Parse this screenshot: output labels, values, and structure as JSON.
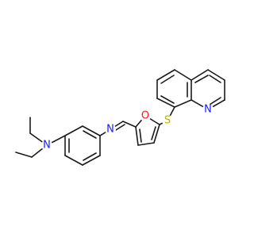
{
  "molecule": {
    "atoms": [
      {
        "label": "N",
        "color": "#1a1aff"
      },
      {
        "label": "N",
        "color": "#1a1aff"
      },
      {
        "label": "O",
        "color": "#ff1a1a"
      },
      {
        "label": "S",
        "color": "#b3b300"
      },
      {
        "label": "N",
        "color": "#1a1aff"
      }
    ],
    "bond_color": "#1a1a1a"
  }
}
